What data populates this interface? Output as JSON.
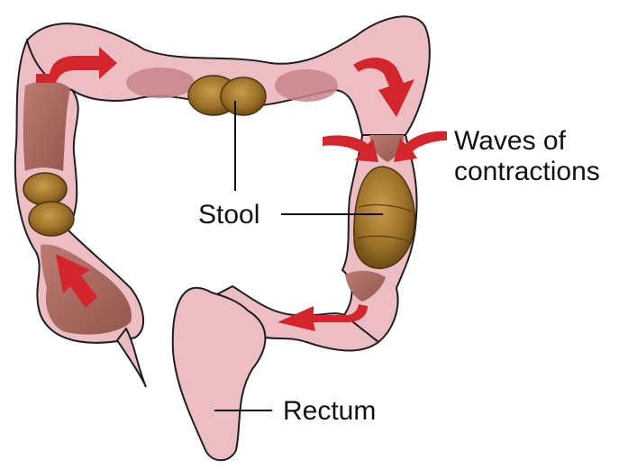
{
  "labels": {
    "stool": "Stool",
    "waves_line1": "Waves of",
    "waves_line2": "contractions",
    "rectum": "Rectum"
  },
  "colors": {
    "colon_outer": "#ebbcc1",
    "colon_inner": "#c7868a",
    "lumen": "#b27268",
    "stool": "#9a7028",
    "stool_highlight": "#c69a47",
    "arrow": "#d3262c",
    "outline": "#1e1e1e"
  },
  "icons": {
    "peristalsis_arrow": "red-curved-arrow",
    "stool_mass": "stool-blob"
  }
}
